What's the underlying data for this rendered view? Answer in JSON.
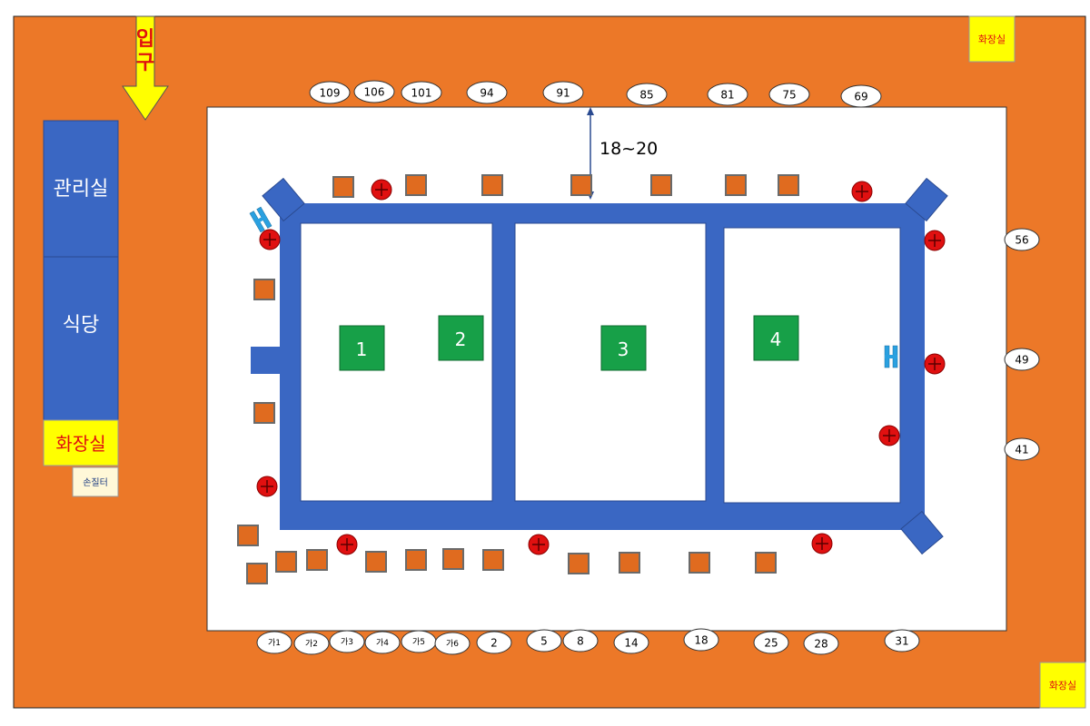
{
  "labels": {
    "entrance": "입구",
    "management_office": "관리실",
    "cafeteria": "식당",
    "restroom_left": "화장실",
    "hand_dryer": "손질터",
    "restroom_top_right": "화장실",
    "restroom_bottom_right": "화장실",
    "distance": "18~20"
  },
  "zones": [
    "1",
    "2",
    "3",
    "4"
  ],
  "seats_top": [
    "109",
    "106",
    "101",
    "94",
    "91",
    "85",
    "81",
    "75",
    "69"
  ],
  "seats_right": [
    "56",
    "49",
    "41"
  ],
  "seats_bottom": [
    "가1",
    "가2",
    "가3",
    "가4",
    "가5",
    "가6",
    "2",
    "5",
    "8",
    "14",
    "18",
    "25",
    "28",
    "31"
  ],
  "colors": {
    "ground": "#ec7828",
    "area": "#ffffff",
    "pond": "#3a67c3",
    "zone": "#17a048",
    "restroom": "#ffff00",
    "bench": "#e06b1f",
    "marker": "#e01010",
    "faucet": "#2aa0e0"
  },
  "icons": {
    "entrance_arrow": "arrow-down-icon",
    "bench": "square-icon",
    "marker": "circle-plus-icon",
    "faucet": "faucet-icon",
    "measure": "double-arrow-icon"
  }
}
